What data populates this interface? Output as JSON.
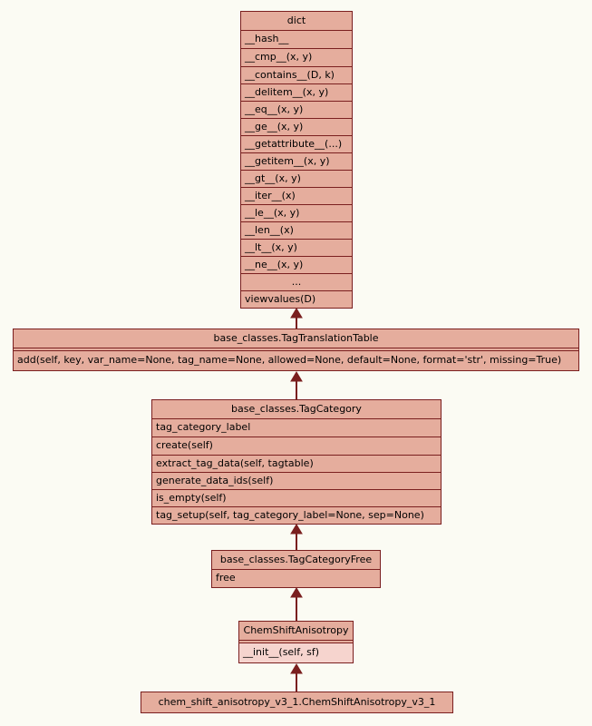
{
  "diagram": {
    "type": "uml-class-inheritance",
    "classes": [
      {
        "title": "dict",
        "attributes": [
          "__hash__"
        ],
        "methods": [
          "__cmp__(x, y)",
          "__contains__(D, k)",
          "__delitem__(x, y)",
          "__eq__(x, y)",
          "__ge__(x, y)",
          "__getattribute__(...)",
          "__getitem__(x, y)",
          "__gt__(x, y)",
          "__iter__(x)",
          "__le__(x, y)",
          "__len__(x)",
          "__lt__(x, y)",
          "__ne__(x, y)",
          "...",
          "viewvalues(D)"
        ]
      },
      {
        "title": "base_classes.TagTranslationTable",
        "attributes": [],
        "methods": [
          "add(self, key, var_name=None, tag_name=None, allowed=None, default=None, format='str', missing=True)"
        ]
      },
      {
        "title": "base_classes.TagCategory",
        "attributes": [
          "tag_category_label"
        ],
        "methods": [
          "create(self)",
          "extract_tag_data(self, tagtable)",
          "generate_data_ids(self)",
          "is_empty(self)",
          "tag_setup(self, tag_category_label=None, sep=None)"
        ]
      },
      {
        "title": "base_classes.TagCategoryFree",
        "attributes": [
          "free"
        ],
        "methods": []
      },
      {
        "title": "ChemShiftAnisotropy",
        "attributes": [],
        "methods": [
          "__init__(self, sf)"
        ]
      },
      {
        "title": "chem_shift_anisotropy_v3_1.ChemShiftAnisotropy_v3_1",
        "attributes": [],
        "methods": []
      }
    ],
    "relations": [
      {
        "child": "base_classes.TagTranslationTable",
        "parent": "dict",
        "kind": "inheritance"
      },
      {
        "child": "base_classes.TagCategory",
        "parent": "base_classes.TagTranslationTable",
        "kind": "inheritance"
      },
      {
        "child": "base_classes.TagCategoryFree",
        "parent": "base_classes.TagCategory",
        "kind": "inheritance"
      },
      {
        "child": "ChemShiftAnisotropy",
        "parent": "base_classes.TagCategoryFree",
        "kind": "inheritance"
      },
      {
        "child": "chem_shift_anisotropy_v3_1.ChemShiftAnisotropy_v3_1",
        "parent": "ChemShiftAnisotropy",
        "kind": "inheritance"
      }
    ],
    "colors": {
      "background": "#fbfbf3",
      "box_fill": "#e5ad9d",
      "box_border": "#7a1f1f",
      "highlight_fill": "#f6d4ce",
      "arrow": "#7a1f1f",
      "text": "#000000"
    }
  }
}
